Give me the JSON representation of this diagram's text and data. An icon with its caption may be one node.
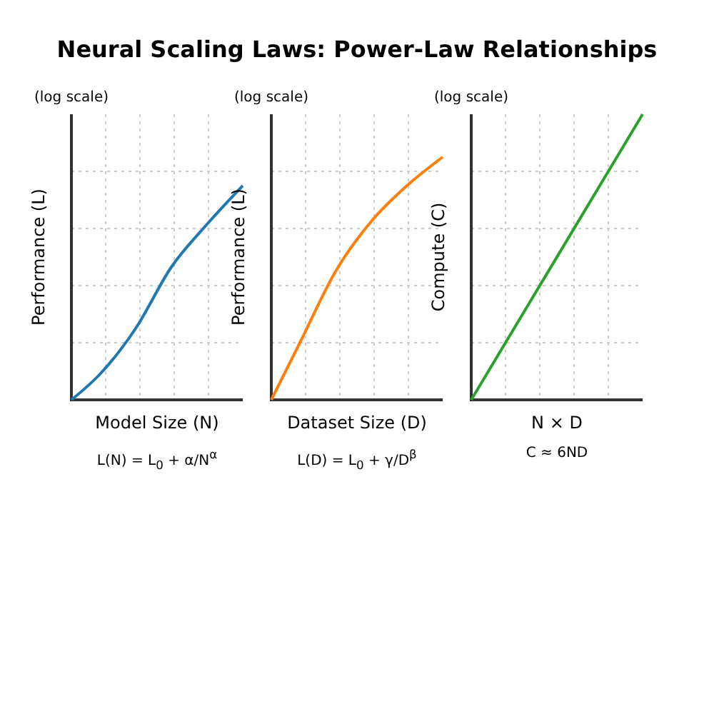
{
  "diagram": {
    "title": "Neural Scaling Laws: Power-Law Relationships",
    "labels": [
      "(log scale)",
      "(log scale)",
      "(log scale)",
      "Performance (L)",
      "Performance (L)",
      "Compute (C)",
      "Model Size (N)",
      "Dataset Size (D)",
      "N × D",
      "L(N) = L$_{0}$ + α/N$^{α}$",
      "L(D) = L$_{0}$ + γ/D$^{β}$",
      "C ≈ 6ND"
    ]
  }
}
